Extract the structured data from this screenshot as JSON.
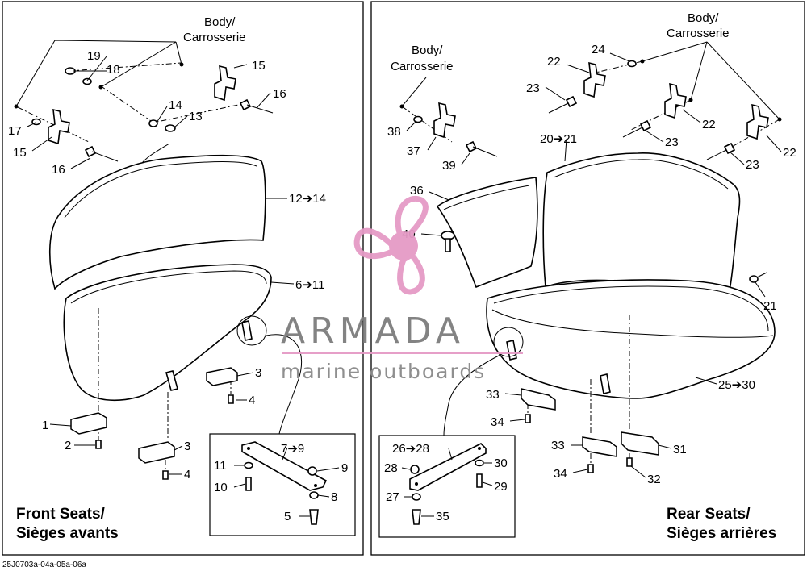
{
  "panels": {
    "front": {
      "title_en": "Front Seats/",
      "title_fr": "Sièges avants",
      "body_label_line1": "Body/",
      "body_label_line2": "Carrosserie"
    },
    "rear": {
      "title_en": "Rear Seats/",
      "title_fr": "Sièges arrières",
      "body_label_a_line1": "Body/",
      "body_label_a_line2": "Carrosserie",
      "body_label_b_line1": "Body/",
      "body_label_b_line2": "Carrosserie"
    }
  },
  "callouts": {
    "f19": "19",
    "f18": "18",
    "f15a": "15",
    "f16a": "16",
    "f14": "14",
    "f13": "13",
    "f17": "17",
    "f15b": "15",
    "f16b": "16",
    "f12": "12➔14",
    "f6": "6➔11",
    "f3a": "3",
    "f4a": "4",
    "f1": "1",
    "f2": "2",
    "f3b": "3",
    "f4b": "4",
    "f7": "7➔9",
    "f11": "11",
    "f9": "9",
    "f10": "10",
    "f8": "8",
    "f5": "5",
    "r24": "24",
    "r22a": "22",
    "r23a": "23",
    "r38": "38",
    "r37": "37",
    "r39": "39",
    "r20": "20➔21",
    "r22b": "22",
    "r23b": "23",
    "r22c": "22",
    "r23c": "23",
    "r36": "36",
    "r40": "40",
    "r21": "21",
    "r25": "25➔30",
    "r33a": "33",
    "r34a": "34",
    "r26": "26➔28",
    "r28": "28",
    "r30": "30",
    "r29": "29",
    "r27": "27",
    "r35": "35",
    "r33b": "33",
    "r31": "31",
    "r34b": "34",
    "r32": "32"
  },
  "watermark": {
    "brand": "ARMADA",
    "tagline": "marine outboards",
    "accent_color": "#e59ac6",
    "text_color": "#7d7d7d"
  },
  "figure_code": "25J0703a-04a-05a-06a"
}
